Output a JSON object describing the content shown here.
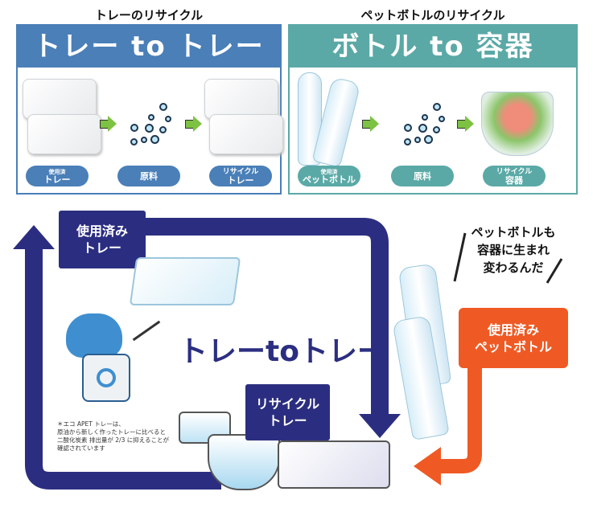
{
  "tray_section": {
    "title": "トレーのリサイクル",
    "header": "トレー to トレー",
    "steps": [
      {
        "small": "使用済",
        "label": "トレー"
      },
      {
        "small": "",
        "label": "原料"
      },
      {
        "small": "リサイクル",
        "label": "トレー"
      }
    ]
  },
  "bottle_section": {
    "title": "ペットボトルのリサイクル",
    "header": "ボトル to 容器",
    "steps": [
      {
        "small": "使用済",
        "label": "ペットボトル"
      },
      {
        "small": "",
        "label": "原料"
      },
      {
        "small": "リサイクル",
        "label": "容器"
      }
    ]
  },
  "cycle": {
    "used_tray": [
      "使用済み",
      "トレー"
    ],
    "recycled_tray": [
      "リサイクル",
      "トレー"
    ],
    "center_title": "トレーtoトレー",
    "used_bottle": [
      "使用済み",
      "ペットボトル"
    ],
    "speech": [
      "ペットボトルも",
      "容器に生まれ",
      "変わるんだ"
    ],
    "footnote": [
      "＊エコ APET トレーは、",
      "原油から新しく作ったトレーに比べると",
      "二酸化炭素 排出量が 2/3 に抑えることが",
      "確認されています"
    ]
  },
  "colors": {
    "tray_blue": "#4a7fb8",
    "bottle_teal": "#5aa9a6",
    "navy": "#2b2e80",
    "orange": "#ef5a24",
    "arrow_green": "#7dc242"
  }
}
